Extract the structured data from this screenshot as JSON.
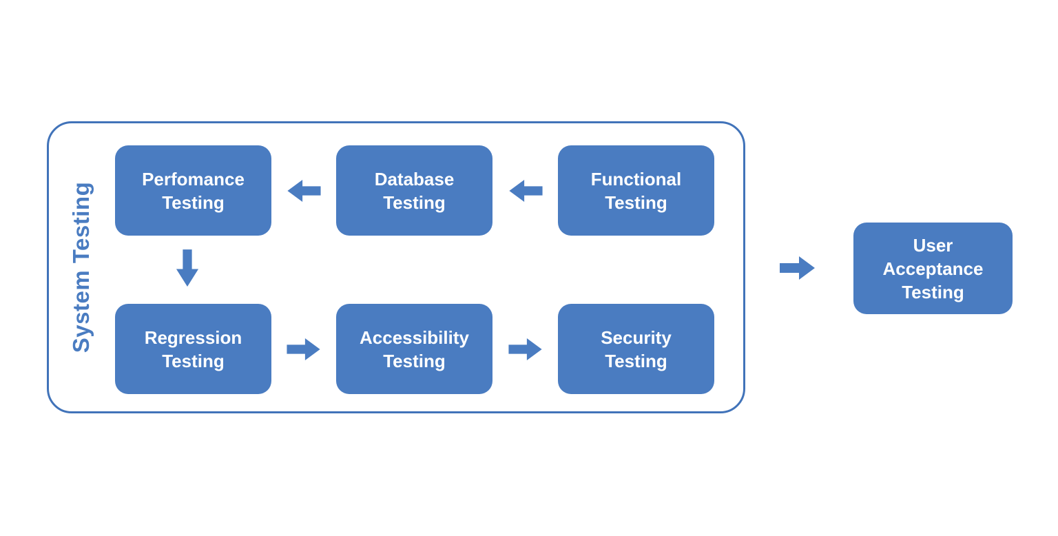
{
  "colors": {
    "accent": "#4A7CC1",
    "container_border": "#4173B9",
    "box_text": "#FFFFFF",
    "background": "#FFFFFF"
  },
  "container": {
    "label": "System Testing"
  },
  "nodes": {
    "perfomance": {
      "label": "Perfomance\nTesting"
    },
    "database": {
      "label": "Database\nTesting"
    },
    "functional": {
      "label": "Functional\nTesting"
    },
    "regression": {
      "label": "Regression\nTesting"
    },
    "accessibility": {
      "label": "Accessibility\nTesting"
    },
    "security": {
      "label": "Security\nTesting"
    },
    "user_acceptance": {
      "label": "User\nAcceptance\nTesting"
    }
  },
  "flows": [
    {
      "from": "Functional Testing",
      "to": "Database Testing",
      "direction": "left"
    },
    {
      "from": "Database Testing",
      "to": "Perfomance Testing",
      "direction": "left"
    },
    {
      "from": "Perfomance Testing",
      "to": "Regression Testing",
      "direction": "down"
    },
    {
      "from": "Regression Testing",
      "to": "Accessibility Testing",
      "direction": "right"
    },
    {
      "from": "Accessibility Testing",
      "to": "Security Testing",
      "direction": "right"
    },
    {
      "from": "System Testing",
      "to": "User Acceptance Testing",
      "direction": "right"
    }
  ]
}
